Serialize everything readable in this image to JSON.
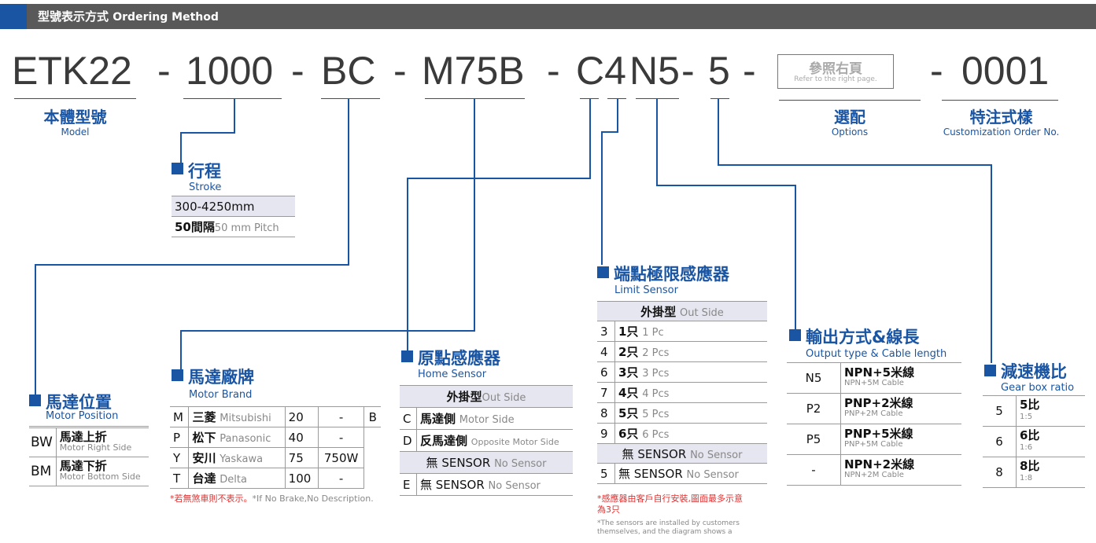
{
  "header": {
    "title_cn": "型號表示方式",
    "title_en": "Ordering Method"
  },
  "code": {
    "model": "ETK22",
    "stroke": "1000",
    "position": "BC",
    "motor": "M75B",
    "home_limit": "C4",
    "output": "N5",
    "ratio": "5",
    "custom": "0001",
    "dash": "-",
    "dash_tight": "-",
    "options_box_cn": "參照右頁",
    "options_box_en": "Refer to the right page."
  },
  "labels": {
    "model_cn": "本體型號",
    "model_en": "Model",
    "options_cn": "選配",
    "options_en": "Options",
    "custom_cn": "特注式樣",
    "custom_en": "Customization Order No."
  },
  "stroke": {
    "title_cn": "行程",
    "title_en": "Stroke",
    "range": "300-4250mm",
    "pitch_cn": "50間隔",
    "pitch_en": "50 mm Pitch"
  },
  "motor_position": {
    "title_cn": "馬達位置",
    "title_en": "Motor Position",
    "rows": [
      {
        "code": "BW",
        "cn": "馬達上折",
        "en": "Motor Right Side"
      },
      {
        "code": "BM",
        "cn": "馬達下折",
        "en": "Motor Bottom Side"
      }
    ]
  },
  "motor_brand": {
    "title_cn": "馬達廠牌",
    "title_en": "Motor Brand",
    "rows": [
      {
        "code": "M",
        "cn": "三菱",
        "en": "Mitsubishi",
        "size": "20",
        "watt": "-",
        "brake": "B"
      },
      {
        "code": "P",
        "cn": "松下",
        "en": "Panasonic",
        "size": "40",
        "watt": "-"
      },
      {
        "code": "Y",
        "cn": "安川",
        "en": "Yaskawa",
        "size": "75",
        "watt": "750W"
      },
      {
        "code": "T",
        "cn": "台達",
        "en": "Delta",
        "size": "100",
        "watt": "-"
      }
    ],
    "note_cn": "*若無煞車則不表示。",
    "note_en": "*If No Brake,No Description."
  },
  "home_sensor": {
    "title_cn": "原點感應器",
    "title_en": "Home Sensor",
    "head_cn": "外掛型",
    "head_en": "Out Side",
    "rows": [
      {
        "code": "C",
        "cn": "馬達側",
        "en": "Motor Side"
      },
      {
        "code": "D",
        "cn": "反馬達側",
        "en": "Opposite Motor Side"
      }
    ],
    "none_cn": "無 SENSOR",
    "none_en": "No Sensor",
    "none_row": {
      "code": "E",
      "cn": "無 SENSOR",
      "en": "No Sensor"
    }
  },
  "limit_sensor": {
    "title_cn": "端點極限感應器",
    "title_en": "Limit Sensor",
    "head_cn": "外掛型",
    "head_en": "Out Side",
    "rows": [
      {
        "code": "3",
        "cn": "1只",
        "en": "1 Pc"
      },
      {
        "code": "4",
        "cn": "2只",
        "en": "2 Pcs"
      },
      {
        "code": "6",
        "cn": "3只",
        "en": "3 Pcs"
      },
      {
        "code": "7",
        "cn": "4只",
        "en": "4 Pcs"
      },
      {
        "code": "8",
        "cn": "5只",
        "en": "5 Pcs"
      },
      {
        "code": "9",
        "cn": "6只",
        "en": "6 Pcs"
      }
    ],
    "none_cn": "無 SENSOR",
    "none_en": "No Sensor",
    "none_row": {
      "code": "5",
      "cn": "無 SENSOR",
      "en": "No Sensor"
    },
    "note_cn_1": "*感應器由客戶自行安裝,圖面最多示意",
    "note_cn_2": "為3只",
    "note_en_1": "*The sensors are installed by customers",
    "note_en_2": "themselves, and the diagram shows a"
  },
  "output": {
    "title_cn": "輸出方式&線長",
    "title_en": "Output type & Cable length",
    "rows": [
      {
        "code": "N5",
        "cn": "NPN+5米線",
        "en": "NPN+5M Cable"
      },
      {
        "code": "P2",
        "cn": "PNP+2米線",
        "en": "PNP+2M Cable"
      },
      {
        "code": "P5",
        "cn": "PNP+5米線",
        "en": "PNP+5M Cable"
      },
      {
        "code": "-",
        "cn": "NPN+2米線",
        "en": "NPN+2M Cable"
      }
    ]
  },
  "gear": {
    "title_cn": "減速機比",
    "title_en": "Gear box ratio",
    "rows": [
      {
        "code": "5",
        "cn": "5比",
        "en": "1:5"
      },
      {
        "code": "6",
        "cn": "6比",
        "en": "1:6"
      },
      {
        "code": "8",
        "cn": "8比",
        "en": "1:8"
      }
    ]
  },
  "colors": {
    "accent": "#1a55a3",
    "header_bg": "#595959",
    "table_shade": "#e6e6f0",
    "note_red": "#e03030"
  }
}
